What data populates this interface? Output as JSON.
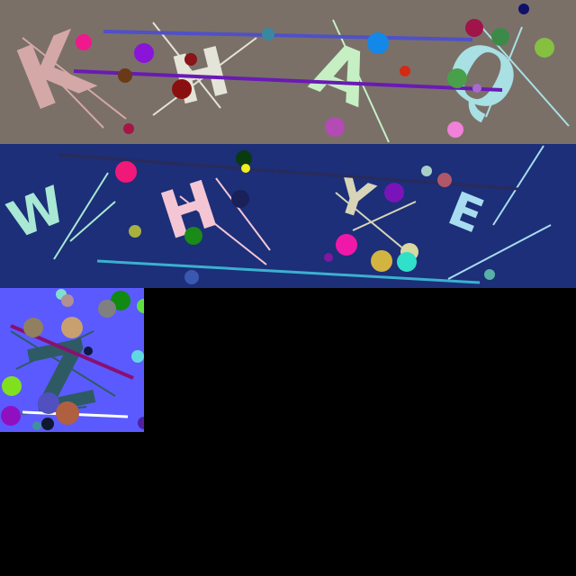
{
  "panels": [
    {
      "background": "#7a7068",
      "letters": [
        {
          "text": "K",
          "color": "#d4a8a6"
        },
        {
          "text": "H",
          "color": "#e4e4d8"
        },
        {
          "text": "A",
          "color": "#c6f0c4"
        },
        {
          "text": "Q",
          "color": "#a8e0e4"
        }
      ]
    },
    {
      "background": "#1c2f78",
      "letters": [
        {
          "text": "W",
          "color": "#a8e8d4"
        },
        {
          "text": "H",
          "color": "#f4c6d4"
        },
        {
          "text": "Y",
          "color": "#d8d4b8"
        },
        {
          "text": "E",
          "color": "#a8dcf0"
        }
      ]
    },
    {
      "background": "#5a5aff",
      "letters": [
        {
          "text": "Z",
          "color": "#2e5a64"
        }
      ]
    }
  ]
}
